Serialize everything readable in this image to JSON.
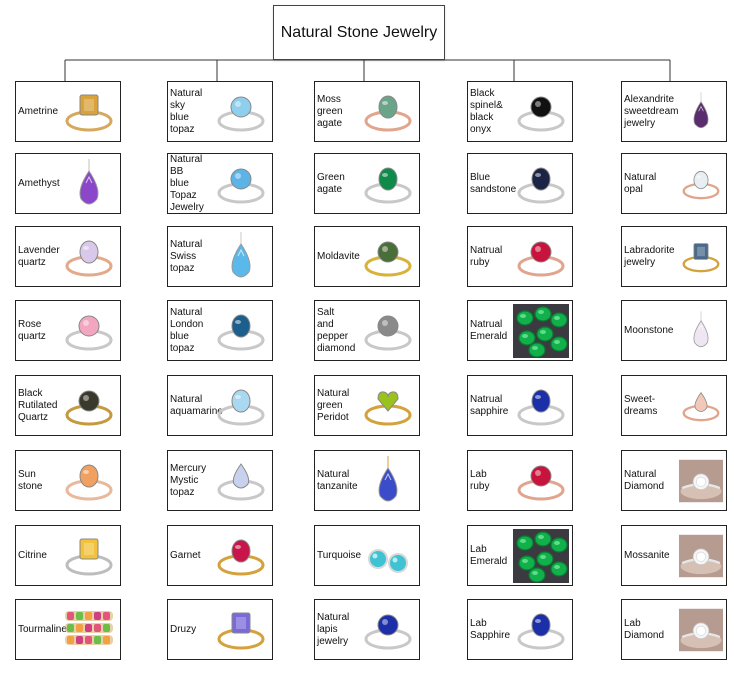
{
  "title": "Natural Stone Jewelry",
  "columns": [
    {
      "items": [
        {
          "label": "Ametrine",
          "icon": "ametrine-ring-icon",
          "stone": "#d9a23a",
          "shape": "rect",
          "band": "#d6a85c"
        },
        {
          "label": "Amethyst",
          "icon": "amethyst-pendant-icon",
          "stone": "#8b47c9",
          "shape": "drop",
          "band": "#c0c0c0"
        },
        {
          "label": "Lavender\nquartz",
          "icon": "lavender-quartz-ring-icon",
          "stone": "#d9c8ea",
          "shape": "oval",
          "band": "#e2a98a"
        },
        {
          "label": "Rose\nquartz",
          "icon": "rose-quartz-ring-icon",
          "stone": "#f2a6bf",
          "shape": "round",
          "band": "#c8c8c8"
        },
        {
          "label": "Black\nRutilated\nQuartz",
          "icon": "black-rutilated-quartz-ring-icon",
          "stone": "#3a3a2c",
          "shape": "round",
          "band": "#c59a3e"
        },
        {
          "label": "Sun\nstone",
          "icon": "sunstone-ring-icon",
          "stone": "#f0a060",
          "shape": "oval",
          "band": "#e8b99a"
        },
        {
          "label": "Citrine",
          "icon": "citrine-ring-icon",
          "stone": "#f2c23a",
          "shape": "rect",
          "band": "#bdbdbd"
        },
        {
          "label": "Tourmaline",
          "icon": "tourmaline-rings-icon",
          "stone": "#e2567a",
          "shape": "stack",
          "band": "#d8b070"
        }
      ]
    },
    {
      "items": [
        {
          "label": "Natural\nsky\nblue\ntopaz",
          "icon": "sky-blue-topaz-ring-icon",
          "stone": "#8fcfee",
          "shape": "round",
          "band": "#c8c8c8"
        },
        {
          "label": "Natural\nBB\nblue\nTopaz\nJewelry",
          "icon": "bb-blue-topaz-ring-icon",
          "stone": "#5cb3e6",
          "shape": "round",
          "band": "#c8c8c8"
        },
        {
          "label": "Natural\nSwiss\ntopaz",
          "icon": "swiss-topaz-pendant-icon",
          "stone": "#5ab8ea",
          "shape": "drop",
          "band": "#c8c8c8"
        },
        {
          "label": "Natural\nLondon\nblue\ntopaz",
          "icon": "london-blue-topaz-ring-icon",
          "stone": "#1d5f8c",
          "shape": "oval",
          "band": "#c8c8c8"
        },
        {
          "label": "Natural\naquamarine",
          "icon": "aquamarine-ring-icon",
          "stone": "#a9d8f0",
          "shape": "oval",
          "band": "#c8c8c8"
        },
        {
          "label": "Mercury\nMystic\ntopaz",
          "icon": "mercury-mystic-topaz-ring-icon",
          "stone": "#c8d2ee",
          "shape": "drop",
          "band": "#c8c8c8"
        },
        {
          "label": "Garnet",
          "icon": "garnet-ring-icon",
          "stone": "#c8164a",
          "shape": "oval",
          "band": "#d4a23c"
        },
        {
          "label": "Druzy",
          "icon": "druzy-ring-icon",
          "stone": "#7a6ad8",
          "shape": "rect",
          "band": "#d4a23c"
        }
      ]
    },
    {
      "items": [
        {
          "label": "Moss\ngreen\nagate",
          "icon": "moss-green-agate-ring-icon",
          "stone": "#6aa58a",
          "shape": "oval",
          "band": "#e0a58c"
        },
        {
          "label": "Green\nagate",
          "icon": "green-agate-ring-icon",
          "stone": "#0f8a4a",
          "shape": "oval",
          "band": "#c8c8c8"
        },
        {
          "label": "Moldavite",
          "icon": "moldavite-ring-icon",
          "stone": "#4a6e3a",
          "shape": "round",
          "band": "#d8b23a"
        },
        {
          "label": "Salt\nand\npepper\ndiamond",
          "icon": "salt-pepper-diamond-ring-icon",
          "stone": "#8a8a8a",
          "shape": "round",
          "band": "#c8c8c8"
        },
        {
          "label": "Natural\ngreen\nPeridot",
          "icon": "peridot-ring-icon",
          "stone": "#9ac21c",
          "shape": "heart",
          "band": "#d4a23c"
        },
        {
          "label": "Natural\ntanzanite",
          "icon": "tanzanite-pendant-icon",
          "stone": "#3a4cc8",
          "shape": "drop",
          "band": "#d4a23c"
        },
        {
          "label": "Turquoise",
          "icon": "turquoise-earrings-icon",
          "stone": "#3fc2d2",
          "shape": "pair",
          "band": "#c8c8c8"
        },
        {
          "label": "Natural\nlapis\njewelry",
          "icon": "lapis-ring-icon",
          "stone": "#1c2fa8",
          "shape": "round",
          "band": "#c8c8c8"
        }
      ]
    },
    {
      "items": [
        {
          "label": "Black\nspinel&\nblack\nonyx",
          "icon": "black-spinel-ring-icon",
          "stone": "#111111",
          "shape": "round",
          "band": "#c8c8c8"
        },
        {
          "label": "Blue\nsandstone",
          "icon": "blue-sandstone-ring-icon",
          "stone": "#1b2444",
          "shape": "oval",
          "band": "#c8c8c8"
        },
        {
          "label": "Natrual\nruby",
          "icon": "ruby-ring-icon",
          "stone": "#c8143c",
          "shape": "round",
          "band": "#e0a58c"
        },
        {
          "label": "Natrual\nEmerald",
          "icon": "emerald-stones-icon",
          "stone": "#12b04a",
          "shape": "gems",
          "band": "#34343a"
        },
        {
          "label": "Natrual\nsapphire",
          "icon": "sapphire-ring-icon",
          "stone": "#1a2fa8",
          "shape": "oval",
          "band": "#c8c8c8"
        },
        {
          "label": "Lab\nruby",
          "icon": "lab-ruby-ring-icon",
          "stone": "#c8143c",
          "shape": "round",
          "band": "#e0a58c"
        },
        {
          "label": "Lab\nEmerald",
          "icon": "lab-emerald-stones-icon",
          "stone": "#12b04a",
          "shape": "gems",
          "band": "#34343a"
        },
        {
          "label": "Lab\nSapphire",
          "icon": "lab-sapphire-ring-icon",
          "stone": "#1a2fa8",
          "shape": "oval",
          "band": "#c8c8c8"
        }
      ]
    },
    {
      "items": [
        {
          "label": "Alexandrite\nsweetdream\njewelry",
          "icon": "alexandrite-jewelry-icon",
          "stone": "#5a2e6e",
          "shape": "drop",
          "band": "#c8c8c8"
        },
        {
          "label": "Natural\nopal",
          "icon": "opal-ring-icon",
          "stone": "#e8eef2",
          "shape": "oval",
          "band": "#e0a58c"
        },
        {
          "label": "Labradorite\njewelry",
          "icon": "labradorite-ring-icon",
          "stone": "#4a6a8a",
          "shape": "rect",
          "band": "#d4a23c"
        },
        {
          "label": "Moonstone",
          "icon": "moonstone-icon",
          "stone": "#efe6f4",
          "shape": "drop",
          "band": "#c8c8c8"
        },
        {
          "label": "Sweet-\ndreams",
          "icon": "sweetdreams-ring-icon",
          "stone": "#f2c8b8",
          "shape": "drop",
          "band": "#e0a58c"
        },
        {
          "label": "Natural\nDiamond",
          "icon": "diamond-ring-photo-icon",
          "stone": "#f4f4f4",
          "shape": "photo",
          "band": "#c8c8c8"
        },
        {
          "label": "Mossanite",
          "icon": "moissanite-ring-photo-icon",
          "stone": "#f4f4f4",
          "shape": "photo",
          "band": "#c8c8c8"
        },
        {
          "label": "Lab\nDiamond",
          "icon": "lab-diamond-ring-photo-icon",
          "stone": "#f4f4f4",
          "shape": "photo",
          "band": "#c8c8c8"
        }
      ]
    }
  ]
}
